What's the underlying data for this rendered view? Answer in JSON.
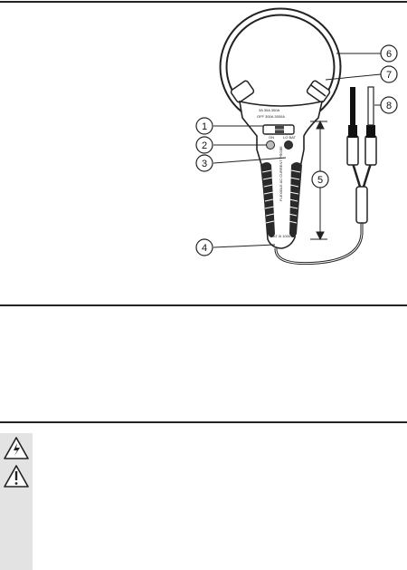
{
  "callouts": [
    {
      "number": "1"
    },
    {
      "number": "2"
    },
    {
      "number": "3"
    },
    {
      "number": "4"
    },
    {
      "number": "5"
    },
    {
      "number": "6"
    },
    {
      "number": "7"
    },
    {
      "number": "8"
    }
  ],
  "device": {
    "range_label_a": "3A 30A 300A",
    "range_label_b": "OFF 300A 3000A",
    "switch_label": "ON",
    "led_label": "LO BAT",
    "handle_text": "FLEXIBLE AC CURRENT PROBE",
    "base_text": "CAT III 1000V"
  },
  "warnings": [
    {
      "icon": "electric-shock-hazard-icon"
    },
    {
      "icon": "caution-exclamation-icon"
    }
  ],
  "colors": {
    "panel": "#e3e3e3",
    "line": "#222222"
  }
}
